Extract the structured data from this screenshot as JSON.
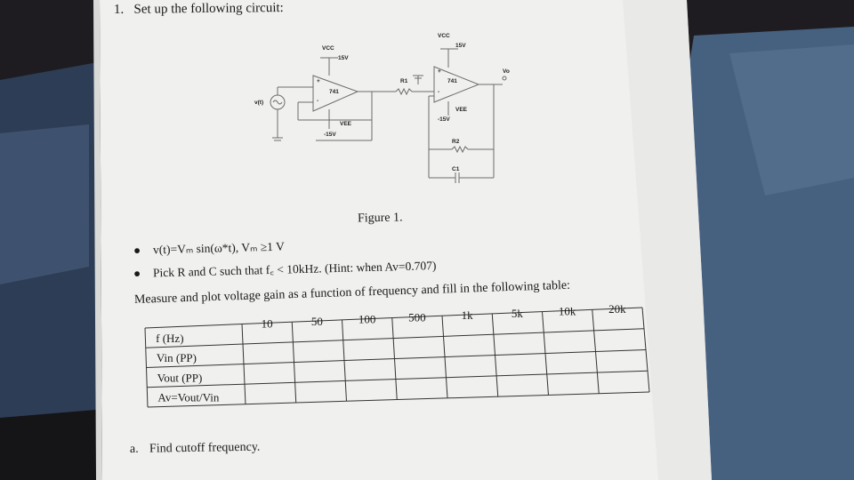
{
  "question": {
    "number": "1.",
    "text": "Set up the following circuit:"
  },
  "circuit": {
    "amp1": {
      "vcc_label": "VCC",
      "vcc_value": "15V",
      "chip": "741",
      "vee_label": "VEE",
      "vee_value": "-15V",
      "plus": "+",
      "minus": "-"
    },
    "amp2": {
      "vcc_label": "VCC",
      "vcc_value": "15V",
      "chip": "741",
      "vee_label": "VEE",
      "vee_value": "-15V",
      "plus": "+",
      "minus": "-"
    },
    "source_label": "v(t)",
    "r1": "R1",
    "r2": "R2",
    "c1": "C1",
    "output": "Vo"
  },
  "figure_caption": "Figure 1.",
  "bullets": [
    {
      "text": "v(t)=Vₘ sin(ω*t), Vₘ ≥1 V"
    },
    {
      "text": "Pick R and C such that f꜀ < 10kHz.   (Hint: when Av=0.707)"
    }
  ],
  "instruction": "Measure and plot voltage gain as a function of frequency and fill in the following table:",
  "table": {
    "header_label": "f (Hz)",
    "frequencies": [
      "10",
      "50",
      "100",
      "500",
      "1k",
      "5k",
      "10k",
      "20k"
    ],
    "rows": [
      "Vin (PP)",
      "Vout (PP)",
      "Av=Vout/Vin"
    ]
  },
  "sub_question": {
    "label": "a.",
    "text": "Find cutoff frequency."
  },
  "colors": {
    "paper": "#f1f1ef",
    "denim": "#3f5775",
    "dark_fabric": "#1d1b1f"
  }
}
